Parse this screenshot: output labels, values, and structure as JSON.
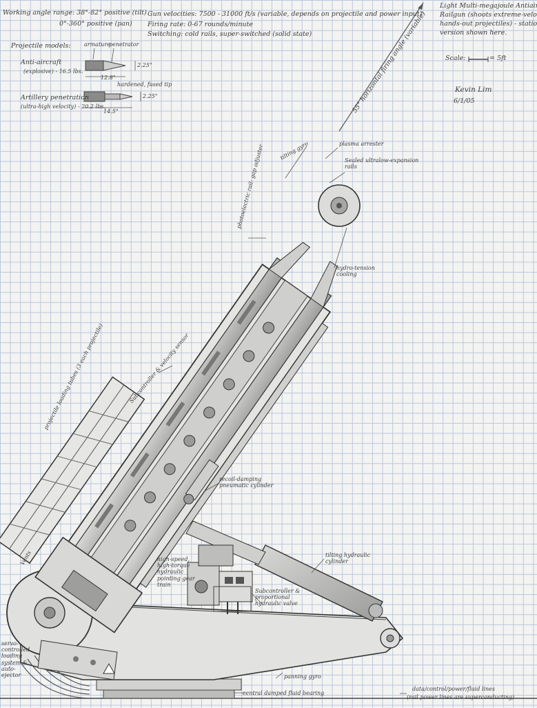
{
  "specs": {
    "working_angle": "Working angle range: 38°-82° positive (tilt)",
    "working_angle_pan": "0°-360° positive (pan)",
    "gun_velocities": "Gun velocities: 7500 - 31000 ft/s (variable, depends on projectile and power input)",
    "firing_rate": "Firing rate: 0-67 rounds/minute",
    "switching": "Switching: cold rails, super-switched (solid state)"
  },
  "title_block": {
    "line1": "Light Multi-megajoule Antiaircraft",
    "line2": "Railgun (shoots extreme-velocity",
    "line3": "hands-out projectiles) - stationary",
    "line4": "version shown here.",
    "scale_label": "Scale:",
    "scale_value": "= 5ft",
    "signature": "Kevin Lim",
    "date": "6/1/05"
  },
  "projectiles": {
    "heading": "Projectile models:",
    "part_a": "armature",
    "part_b": "penetrator",
    "aa_name": "Anti-aircraft",
    "aa_desc": "(explosive) - 16.5 lbs.",
    "aa_len": "12.8\"",
    "aa_dia": "2.25\"",
    "art_name": "Artillery penetration",
    "art_desc": "(ultra-high velocity) - 20.2 lbs.",
    "art_tip": "hardened, fused tip",
    "art_len": "14.5\"",
    "art_dia": "2.25\""
  },
  "labels": {
    "firing_angle": "55° horizontal firing angle (variable)",
    "plasma": "plasma arrester",
    "tilt_gyro": "tilting gyro",
    "sealed_rails": "Sealed ultralow-expansion rails",
    "photoelectric": "photoelectric rail- gap adjuster",
    "hydro_cooling": "hydro-tension cooling",
    "loading_tubes": "projectile loading tubes (3 each projectile)",
    "subcontroller": "Subcontroller & velocity sensor",
    "recoil": "recoil-damping pneumatic cylinder",
    "vents": "Vents",
    "hydraulic_pump": "high-speed, high-torque hydraulic pointing gear train",
    "sub_prop": "Subcontroller & proportional hydraulic valve",
    "tilting_cyl": "tilting hydraulic cylinder",
    "servo": "servo-controlled loading system & auto-ejector",
    "panning_gyro": "panning gyro",
    "central": "central damped fluid bearing",
    "data_lines": "data/control/power/fluid lines",
    "data_lines2": "(rail power lines are superconducting)"
  }
}
